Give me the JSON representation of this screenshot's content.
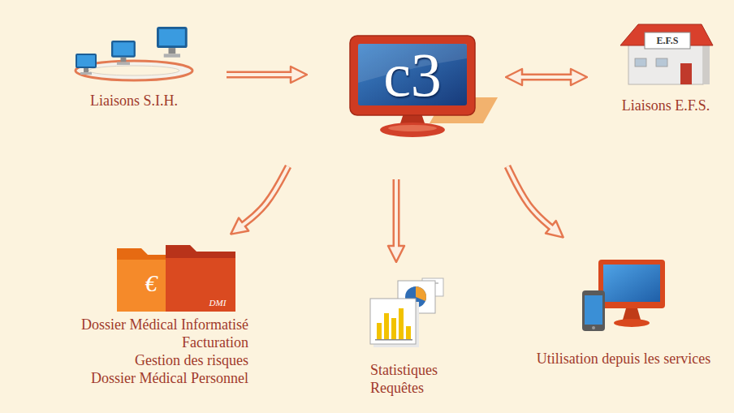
{
  "diagram": {
    "nodes": [
      {
        "text": [
          "Liaisons S.I.H."
        ]
      },
      {
        "text": [
          "c3"
        ]
      },
      {
        "text": [
          "E.F.S",
          "Liaisons E.F.S."
        ]
      },
      {
        "text": [
          "Dossier Médical Informatisé",
          "Facturation",
          "Gestion des risques",
          "Dossier Médical Personnel"
        ]
      },
      {
        "text": [
          "Statistiques",
          "Requêtes"
        ]
      },
      {
        "text": [
          "Utilisation depuis les services"
        ]
      }
    ],
    "edges": [
      {
        "from": 0,
        "to": 1,
        "arrow": "to"
      },
      {
        "from": 1,
        "to": 2,
        "arrow": "both"
      },
      {
        "from": 1,
        "to": 3,
        "arrow": "to"
      },
      {
        "from": 1,
        "to": 4,
        "arrow": "to"
      },
      {
        "from": 1,
        "to": 5,
        "arrow": "to"
      }
    ],
    "labels": [
      "€",
      "DMI"
    ]
  }
}
